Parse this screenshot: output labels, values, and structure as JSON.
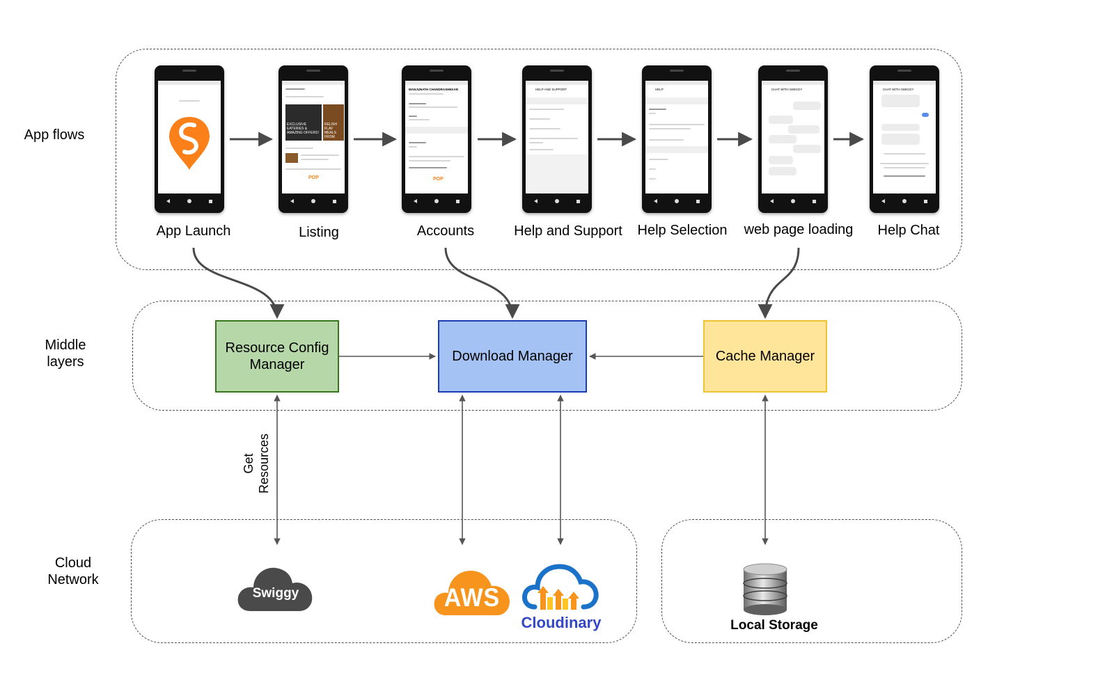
{
  "rows": {
    "app_flows": "App flows",
    "middle_layers": "Middle\nlayers",
    "cloud_network": "Cloud\nNetwork"
  },
  "screens": [
    {
      "label": "App Launch",
      "brand_color": "#fc8019"
    },
    {
      "label": "Listing",
      "promo_text_1": "EXCLUSIVE EATERIES & AMAZING OFFERS!",
      "promo_text_2": "RELISH FLAV MEALS FROM",
      "badge": "POP"
    },
    {
      "label": "Accounts",
      "user_name": "MANJUNATH CHANDRASHEKAR",
      "badge": "POP"
    },
    {
      "label": "Help and Support",
      "header": "HELP AND SUPPORT"
    },
    {
      "label": "Help Selection",
      "header": "HELP"
    },
    {
      "label": "web page loading",
      "header": "CHAT WITH SWIGGY"
    },
    {
      "label": "Help Chat",
      "header": "CHAT WITH SWIGGY"
    }
  ],
  "managers": {
    "resource_config": {
      "label": "Resource Config\nManager",
      "fill": "#b6d7a8",
      "border": "#38761d"
    },
    "download": {
      "label": "Download Manager",
      "fill": "#a4c2f4",
      "border": "#1c3cb5"
    },
    "cache": {
      "label": "Cache Manager",
      "fill": "#ffe599",
      "border": "#f1c232"
    }
  },
  "edges": {
    "get_resources": "Get\nResources"
  },
  "cloud": {
    "swiggy": {
      "label": "Swiggy",
      "color": "#4a4a4a"
    },
    "aws": {
      "label": "AWS",
      "color": "#f7941d"
    },
    "cloudinary": {
      "label": "Cloudinary",
      "color": "#3448c5",
      "cloud_color": "#1a73c8"
    },
    "local_storage": {
      "label": "Local Storage"
    }
  }
}
